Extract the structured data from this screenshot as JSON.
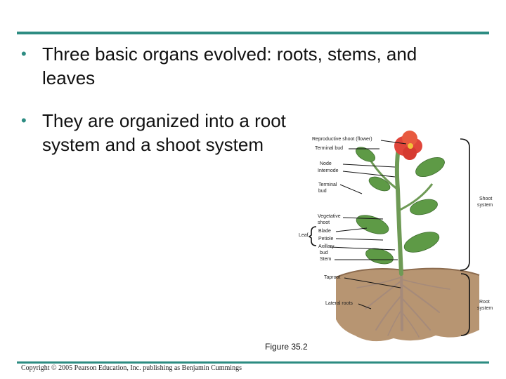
{
  "slide": {
    "bullets": [
      {
        "lines": [
          "Three basic organs evolved: roots, stems, and",
          "leaves"
        ]
      },
      {
        "lines": [
          "They are organized into a root",
          "system and a shoot system"
        ]
      }
    ],
    "bullet_symbol": "•"
  },
  "figure": {
    "labels": {
      "reproductive_shoot": "Reproductive shoot (flower)",
      "terminal_bud_top": "Terminal bud",
      "node": "Node",
      "internode": "Internode",
      "terminal_bud_1": "Terminal",
      "terminal_bud_2": "bud",
      "vegetative_shoot_1": "Vegetative",
      "vegetative_shoot_2": "shoot",
      "leaf": "Leaf",
      "blade": "Blade",
      "petiole": "Petiole",
      "axillary_1": "Axillary",
      "axillary_2": "bud",
      "stem": "Stem",
      "taproot": "Taproot",
      "lateral_roots": "Lateral roots",
      "shoot_system_1": "Shoot",
      "shoot_system_2": "system",
      "root_system_1": "Root",
      "root_system_2": "system"
    },
    "caption": "Figure 35.2",
    "colors": {
      "stem": "#6e9a55",
      "leaf": "#5e9a46",
      "soil": "#b79572",
      "flower": "#e0453a",
      "root": "#a58a7a"
    }
  },
  "footer": {
    "copyright": "Copyright © 2005 Pearson Education, Inc. publishing as Benjamin Cummings"
  }
}
